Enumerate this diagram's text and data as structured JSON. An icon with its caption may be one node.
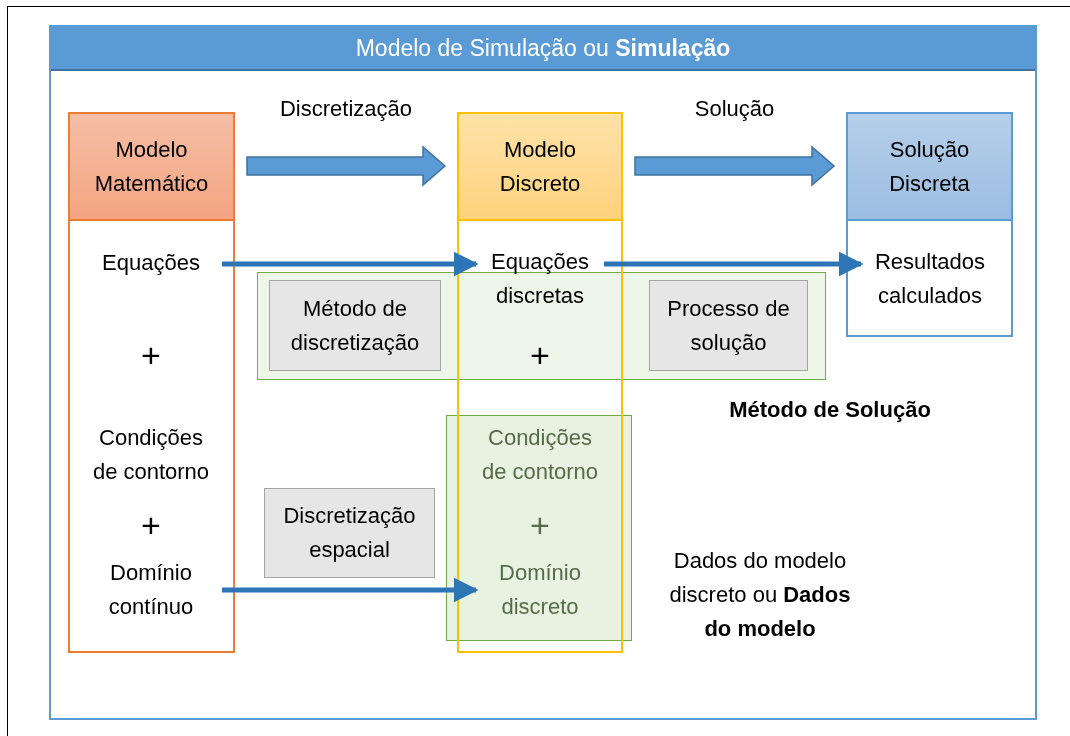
{
  "diagram": {
    "nodes": [
      {
        "text": [
          "Modelo de Simulação ou **Simulação**"
        ]
      },
      {
        "text": [
          "Modelo Matemático"
        ],
        "in": 0
      },
      {
        "text": [
          "Modelo Discreto"
        ],
        "in": 0
      },
      {
        "text": [
          "Solução Discreta"
        ],
        "in": 0
      },
      {
        "text": [
          "Equações"
        ],
        "in": 1
      },
      {
        "text": [
          "Equações discretas"
        ],
        "in": 2
      },
      {
        "text": [
          "Resultados calculados"
        ],
        "in": 3
      },
      {
        "text": [],
        "shape": "box",
        "in": 0,
        "beside": [
          "Método de Solução"
        ]
      },
      {
        "text": [
          "Método de discretização"
        ],
        "in": 7
      },
      {
        "text": [
          "Processo de solução"
        ],
        "in": 7
      },
      {
        "text": [
          "Condições de contorno"
        ],
        "in": 1
      },
      {
        "text": [],
        "shape": "box",
        "in": 0,
        "beside": [
          "Dados do modelo discreto ou **Dados do modelo**"
        ]
      },
      {
        "text": [
          "Condições de contorno"
        ],
        "in": 11
      },
      {
        "text": [
          "Discretização espacial"
        ],
        "in": 0
      },
      {
        "text": [
          "Domínio contínuo"
        ],
        "in": 1
      },
      {
        "text": [
          "Domínio discreto"
        ],
        "in": 11
      }
    ],
    "edges": [
      {
        "from": 1,
        "to": 2,
        "arrow": "to",
        "label": "Discretização",
        "style": "thick"
      },
      {
        "from": 2,
        "to": 3,
        "arrow": "to",
        "label": "Solução",
        "style": "thick"
      },
      {
        "from": 4,
        "to": 5,
        "arrow": "to"
      },
      {
        "from": 5,
        "to": 6,
        "arrow": "to"
      },
      {
        "from": 14,
        "to": 15,
        "arrow": "to"
      }
    ],
    "labels": [
      "+",
      "+",
      "+",
      "+"
    ]
  }
}
